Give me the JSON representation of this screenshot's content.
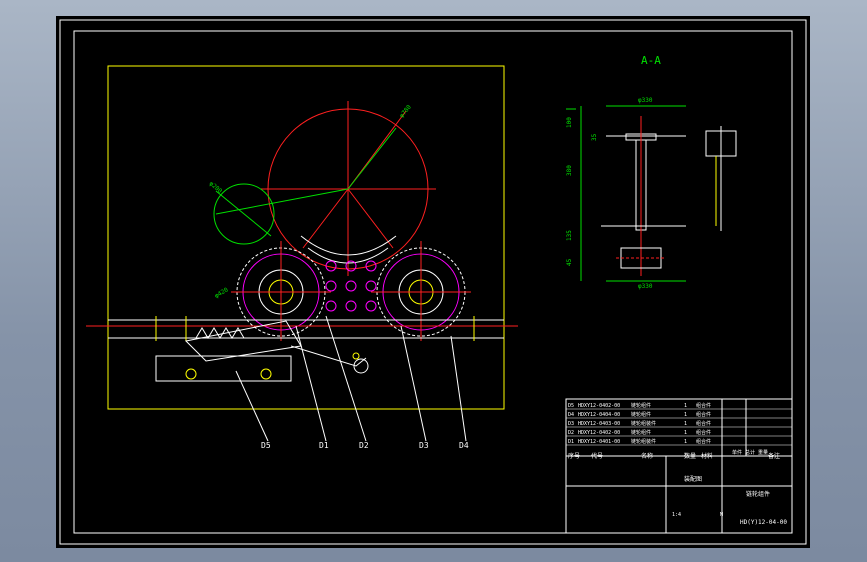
{
  "drawing": {
    "section_label": "A-A",
    "part_tags": [
      "D5",
      "D1",
      "D2",
      "D3",
      "D4"
    ],
    "title_block": {
      "parts_list": [
        {
          "no": "D5",
          "code": "HDXY12-0402-00",
          "name": "链轮组件",
          "qty": "1",
          "material": "组合件"
        },
        {
          "no": "D4",
          "code": "HDXY12-0404-00",
          "name": "链轮组件",
          "qty": "1",
          "material": "组合件"
        },
        {
          "no": "D3",
          "code": "HDXY12-0403-00",
          "name": "链轮组装件",
          "qty": "1",
          "material": "组合件"
        },
        {
          "no": "D2",
          "code": "HDXY12-0402-00",
          "name": "链轮组件",
          "qty": "1",
          "material": "组合件"
        },
        {
          "no": "D1",
          "code": "HDXY12-0401-00",
          "name": "链轮组装件",
          "qty": "1",
          "material": "组合件"
        }
      ],
      "headers": {
        "no": "序号",
        "code": "代号",
        "name": "名称",
        "qty": "数量",
        "material": "材料",
        "weight": "单件 总计 重量",
        "remark": "备注"
      },
      "company": "装配图",
      "drawing_name": "链轮组件",
      "drawing_number": "HD(Y)12-04-00",
      "scale": "1:4",
      "sheet": "M"
    },
    "dimensions": {
      "top_width": "φ330",
      "bottom_width": "φ330",
      "left_1": "100",
      "left_2": "35",
      "left_3": "380",
      "left_4": "135",
      "left_5": "45",
      "big_circle": "φ780",
      "small_circle": "φ200",
      "sprocket": "φ420"
    }
  },
  "colors": {
    "background": "#000000",
    "frame": "#ffffff",
    "outline": "#ffff00",
    "red": "#ff2020",
    "green": "#00e000",
    "magenta": "#ff00ff",
    "cyan": "#00e0e0"
  }
}
